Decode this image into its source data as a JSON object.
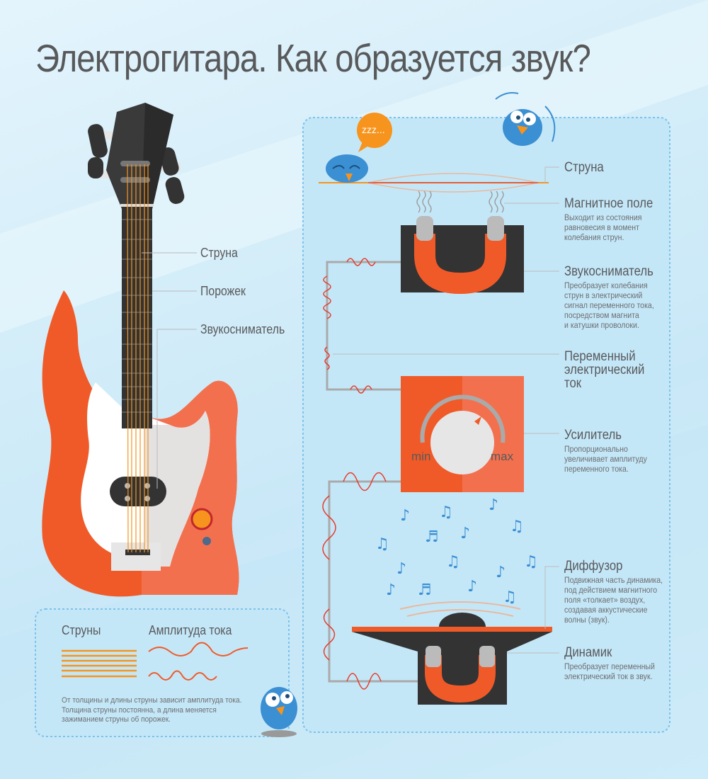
{
  "title": "Электрогитара. Как образуется звук?",
  "guitar_labels": {
    "string": "Струна",
    "nut": "Порожек",
    "pickup": "Звукосниматель"
  },
  "bubble": "zzz...",
  "steps": [
    {
      "title": "Струна",
      "desc": ""
    },
    {
      "title": "Магнитное поле",
      "desc": "Выходит из состояния\nравновесия в момент\nколебания струн."
    },
    {
      "title": "Звукосниматель",
      "desc": "Преобразует колебания\nструн в электрический\nсигнал переменного тока,\nпосредством магнита\nи катушки проволоки."
    },
    {
      "title": "Переменный\nэлектрический\nток",
      "desc": ""
    },
    {
      "title": "Усилитель",
      "desc": "Пропорционально\nувеличивает амплитуду\nпеременного тока."
    },
    {
      "title": "Диффузор",
      "desc": "Подвижная часть динамика,\nпод действием магнитного\nполя «толкает» воздух,\nсоздавая аккустические\nволны (звук)."
    },
    {
      "title": "Динамик",
      "desc": "Преобразует переменный\nэлектрический ток в звук."
    }
  ],
  "amp": {
    "min": "min",
    "max": "max"
  },
  "legend": {
    "strings": "Струны",
    "amplitude": "Амплитуда тока",
    "note": "От толщины и длины струны зависит амплитуда тока.\nТолщина струны постоянна, а длина меняется\nзажиманием струны об порожек."
  },
  "colors": {
    "orange": "#f05a28",
    "orange_light": "#f3704f",
    "dark": "#3a3a3a",
    "panel": "#c4e7f8",
    "bird": "#3b8fd3"
  }
}
